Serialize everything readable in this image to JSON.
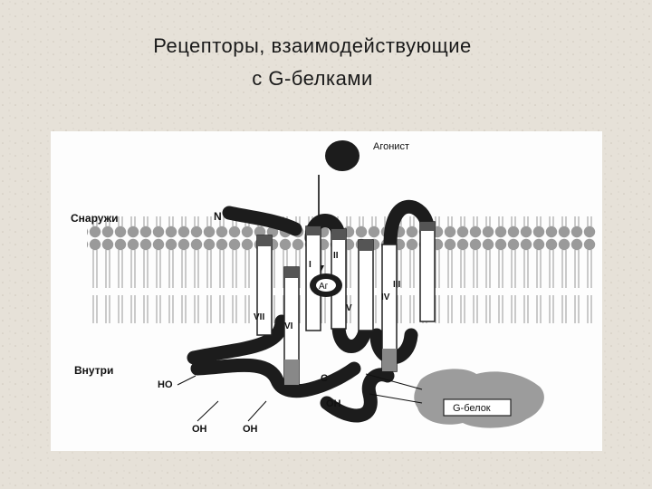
{
  "slide": {
    "title_line1": "Рецепторы,  взаимодействующие",
    "title_line2": "с  G-белками"
  },
  "diagram": {
    "agonist_label": "Агонист",
    "outside_label": "Снаружи",
    "inside_label": "Внутри",
    "n_terminus": "N",
    "c_terminus": "C",
    "agonist_site": "Аг",
    "helices": [
      "I",
      "II",
      "III",
      "IV",
      "V",
      "VI",
      "VII"
    ],
    "ho_label": "HO",
    "oh_labels": [
      "OH",
      "OH",
      "OH"
    ],
    "g_protein_label": "G-белок"
  }
}
